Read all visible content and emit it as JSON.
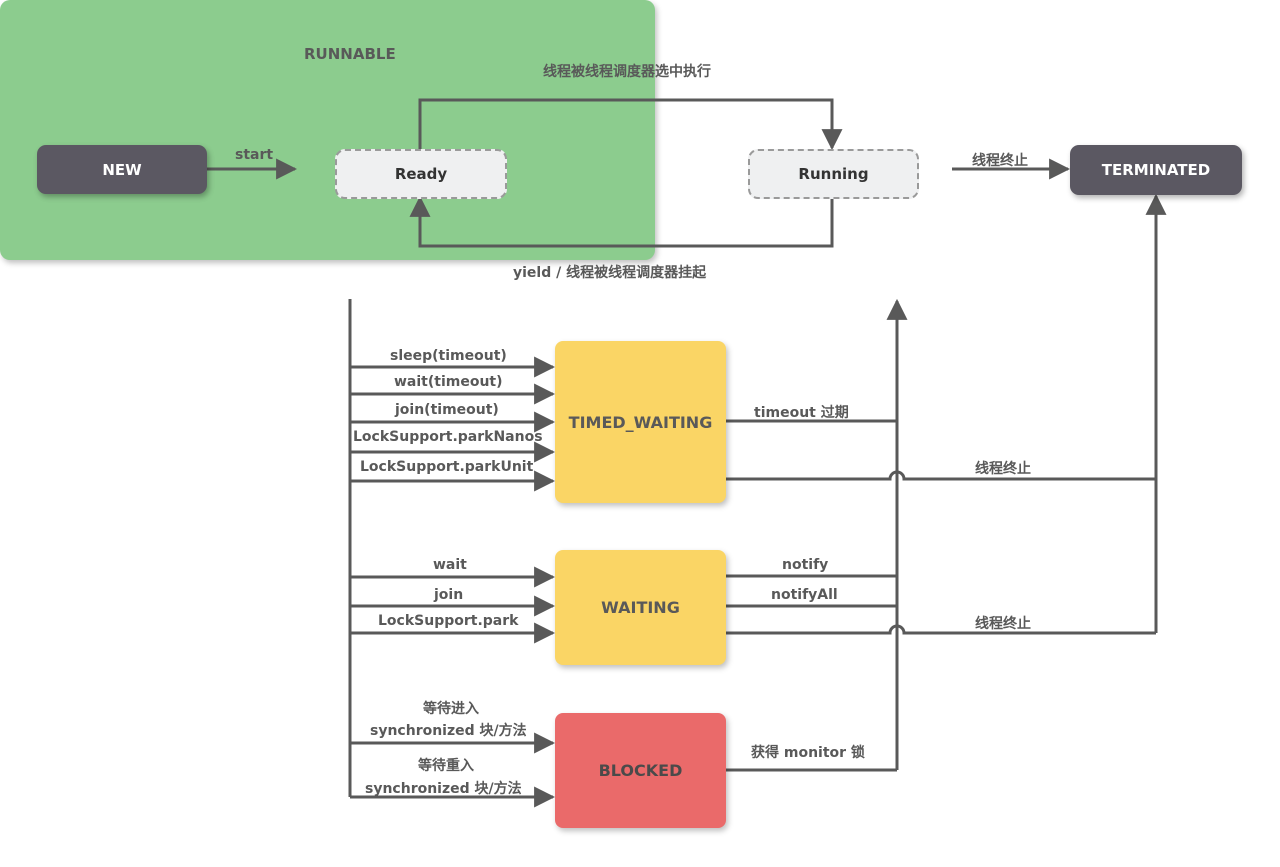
{
  "states": {
    "new": "NEW",
    "runnable": "RUNNABLE",
    "ready": "Ready",
    "running": "Running",
    "terminated": "TERMINATED",
    "timed_waiting": "TIMED_WAITING",
    "waiting": "WAITING",
    "blocked": "BLOCKED"
  },
  "transitions": {
    "start": "start",
    "selected": "线程被线程调度器选中执行",
    "yield": "yield / 线程被线程调度器挂起",
    "terminate_runnable": "线程终止",
    "sleep": "sleep(timeout)",
    "wait_timeout": "wait(timeout)",
    "join_timeout": "join(timeout)",
    "park_nanos": "LockSupport.parkNanos",
    "park_unit": "LockSupport.parkUnit",
    "timeout_expired": "timeout 过期",
    "terminate_timed": "线程终止",
    "wait": "wait",
    "join": "join",
    "park": "LockSupport.park",
    "notify": "notify",
    "notify_all": "notifyAll",
    "terminate_waiting": "线程终止",
    "enter_sync_1": "等待进入",
    "enter_sync_2": "synchronized 块/方法",
    "reenter_sync_1": "等待重入",
    "reenter_sync_2": "synchronized 块/方法",
    "acquire_monitor": "获得 monitor 锁"
  }
}
